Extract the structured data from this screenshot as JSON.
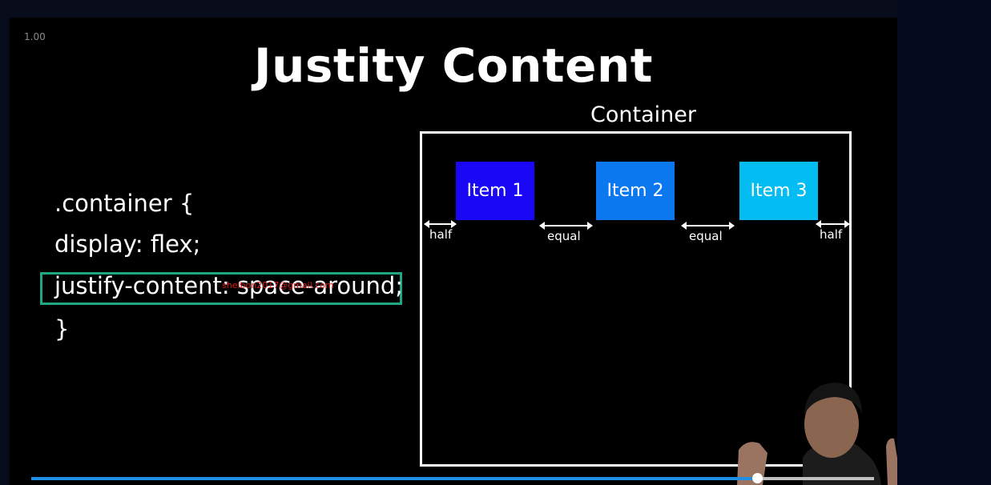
{
  "player": {
    "speed": "1.00",
    "progress_fraction": 0.8613
  },
  "slide": {
    "title": "Justity Content",
    "code_lines": [
      ".container {",
      "display: flex;",
      "justify-content: space-around;",
      "}"
    ],
    "watermark": "shelbon2017@gmail.com",
    "container_label": "Container",
    "items": [
      {
        "label": "Item 1",
        "color": "#1a07f5"
      },
      {
        "label": "Item 2",
        "color": "#0b78f0"
      },
      {
        "label": "Item 3",
        "color": "#03bdf2"
      }
    ],
    "gap_labels": [
      "half",
      "equal",
      "equal",
      "half"
    ]
  }
}
